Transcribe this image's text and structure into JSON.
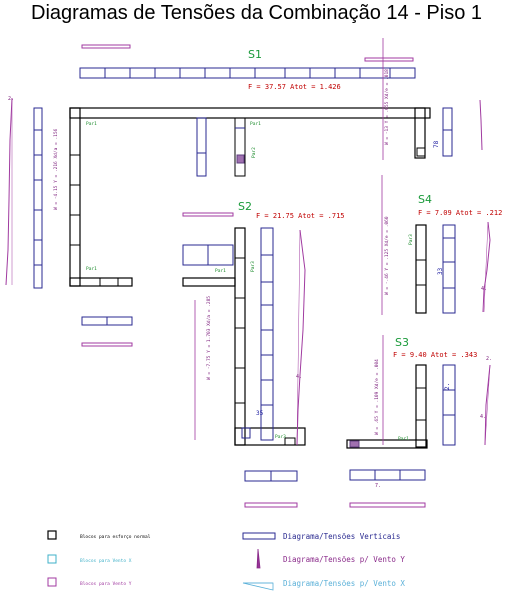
{
  "title": "Diagramas de Tensões da Combinação 14 - Piso 1",
  "sections": [
    {
      "name": "S1",
      "force_label": "F = 37.57  Atot = 1.426"
    },
    {
      "name": "S2",
      "force_label": "F = 21.75  Atot = .715"
    },
    {
      "name": "S3",
      "force_label": "F = 9.40  Atot = .343"
    },
    {
      "name": "S4",
      "force_label": "F = 7.09  Atot = .212"
    }
  ],
  "pier_labels": [
    "Par1",
    "Par1",
    "Par1",
    "Par1",
    "Par2",
    "Par3",
    "Par3",
    "Par3"
  ],
  "dim_labels": [
    "W = -4.15  Y = .216  Xd/a = .156",
    "W = -13  Y = .055  Xd/e = .018",
    "W = -.46  Y = .125  Xd/e = .060",
    "W = -7.75  Y = 1.703  Xd/a = .285",
    "W = .65  Y = .109  Xd/e = .004"
  ],
  "numeric_labels": [
    "2.",
    "78",
    "33",
    "33",
    "35",
    "2.",
    "7.",
    "4.",
    "4.",
    "1.",
    "2.",
    "2.",
    "4."
  ],
  "legend": {
    "items": [
      {
        "label": "Blocos para esforço normal",
        "color": "#000000"
      },
      {
        "label": "Blocos para Vento X",
        "color": "#3fb0c8"
      },
      {
        "label": "Blocos para Vento Y",
        "color": "#a03aa0"
      }
    ],
    "diagrams": [
      {
        "label": "Diagrama/Tensões Verticais",
        "color": "#2a2a90"
      },
      {
        "label": "Diagrama/Tensões p/ Vento Y",
        "color": "#8a2a8a"
      },
      {
        "label": "Diagrama/Tensões p/ Vento X",
        "color": "#5ab0d8"
      }
    ]
  }
}
